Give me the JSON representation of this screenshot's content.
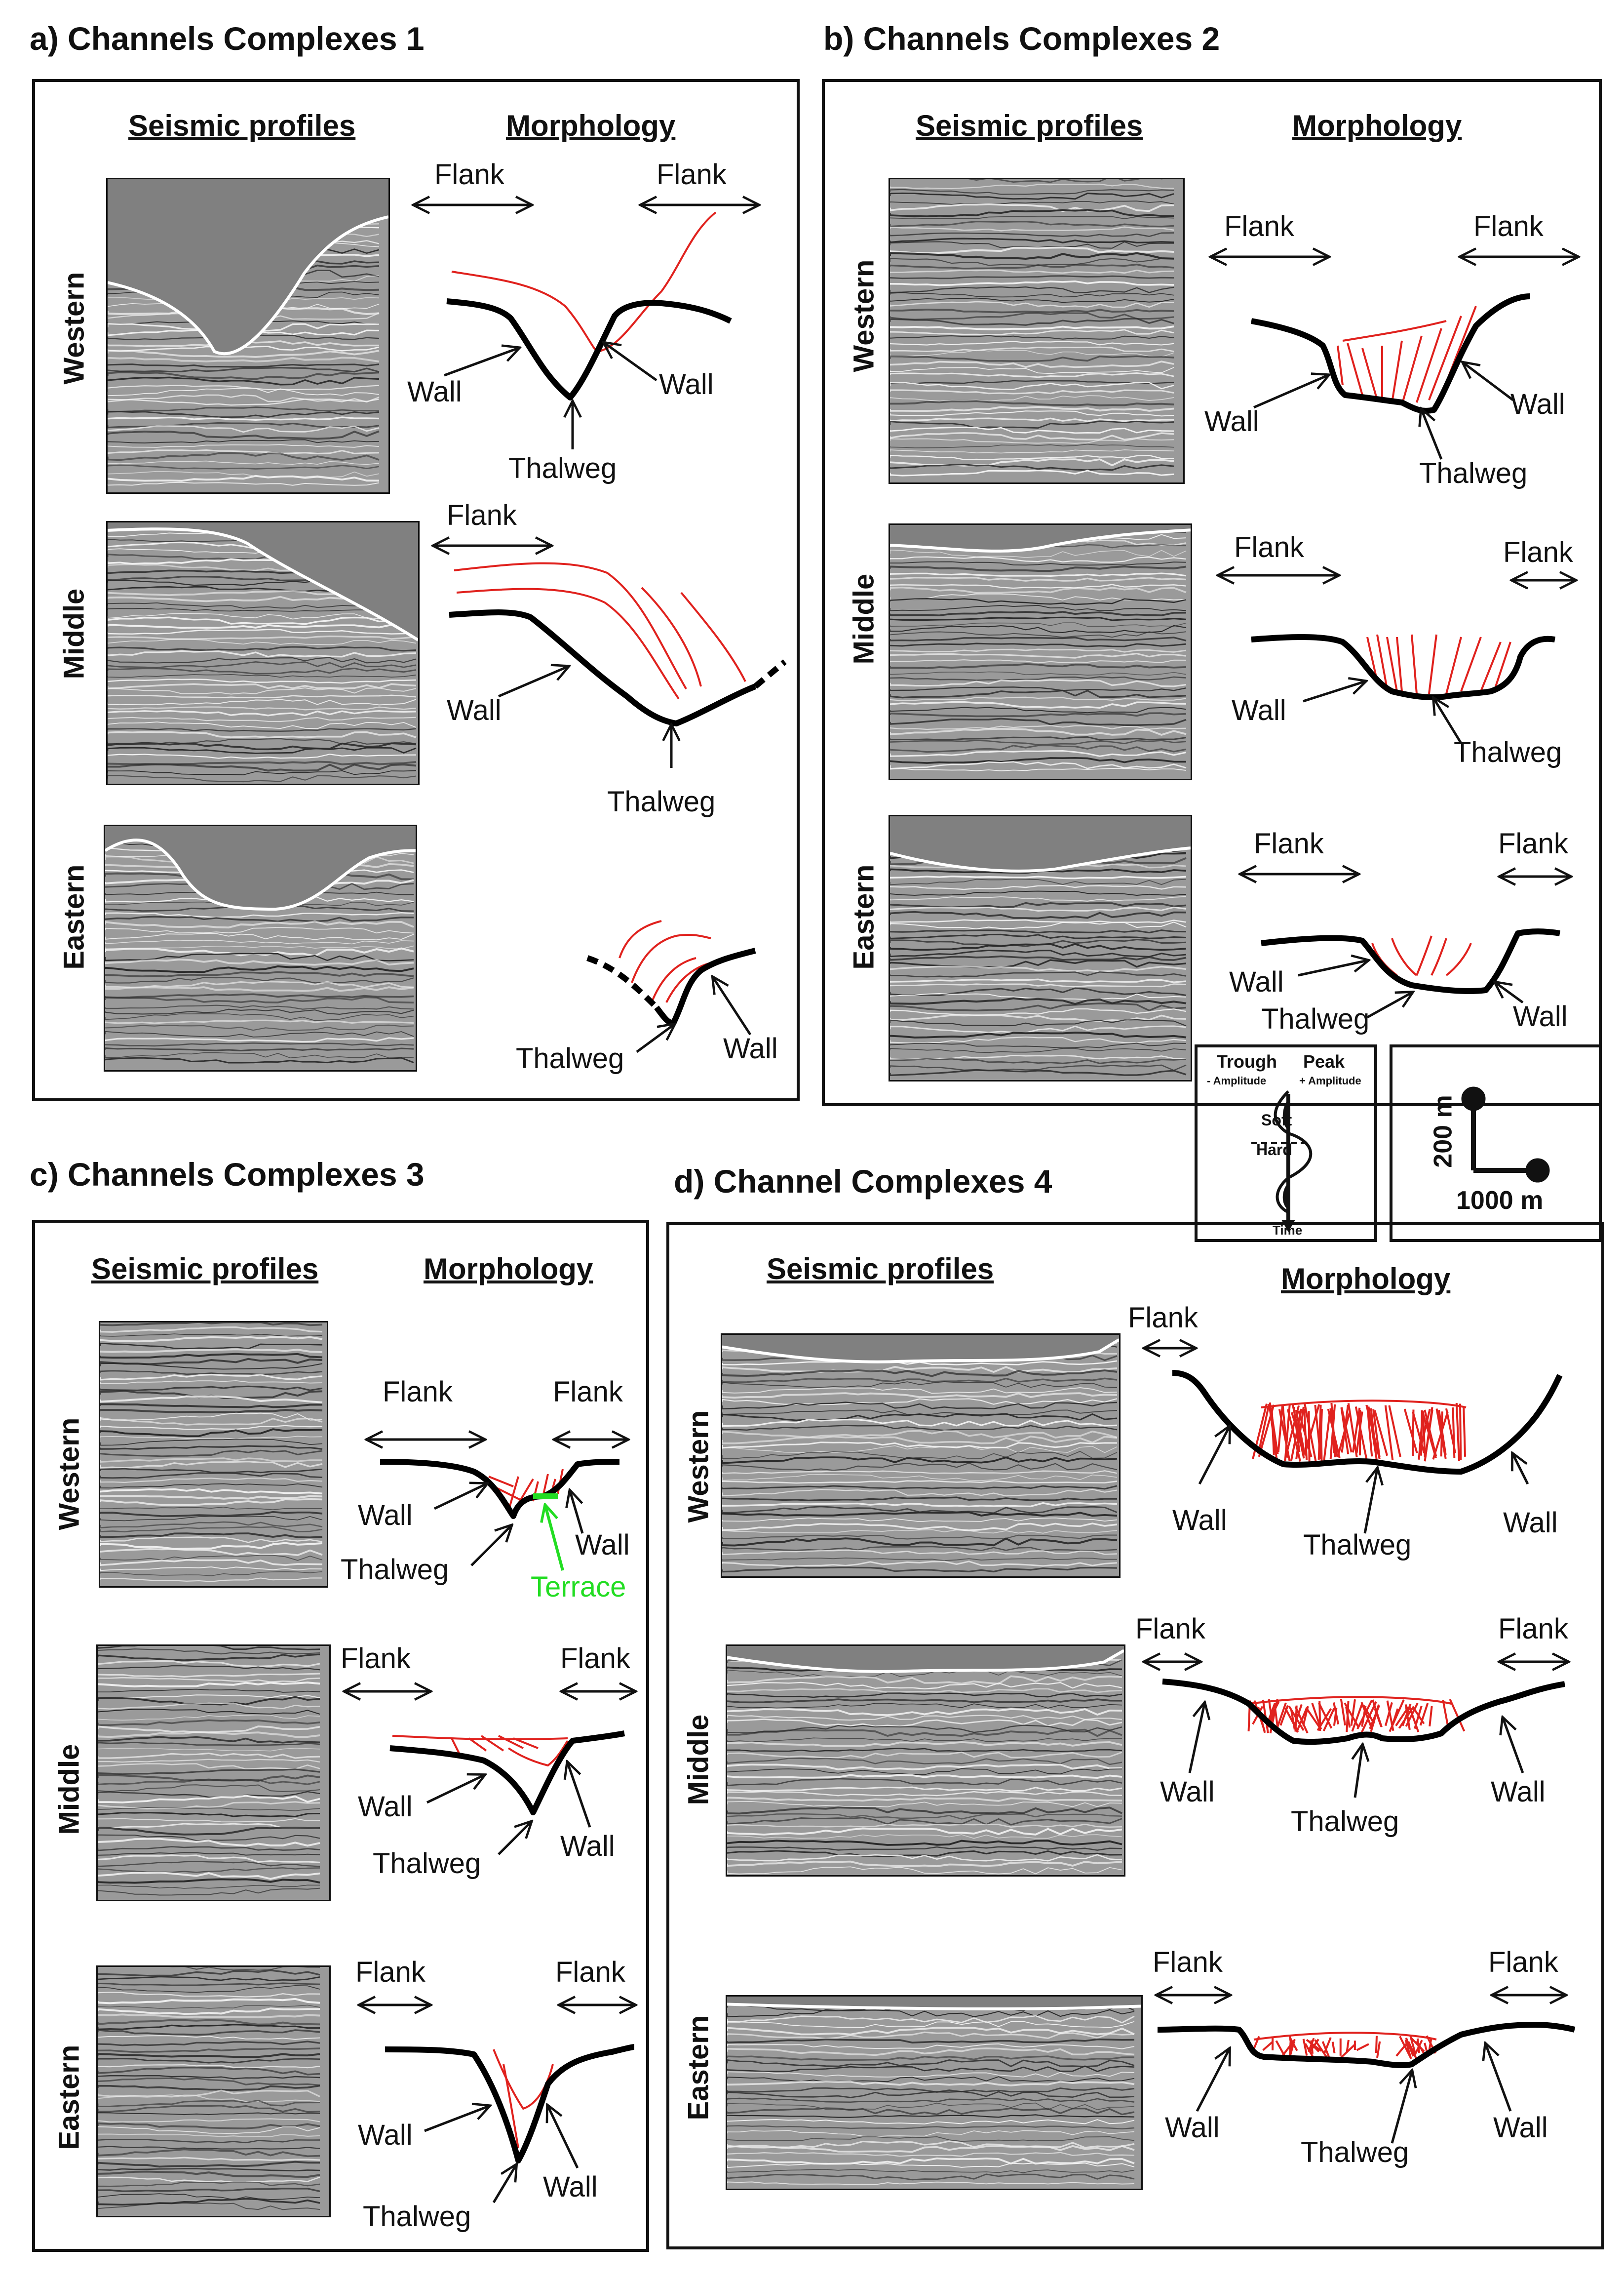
{
  "panels": {
    "a": {
      "title": "a) Channels Complexes 1",
      "seismic_header": "Seismic profiles",
      "morph_header": "Morphology",
      "rows": [
        "Western",
        "Middle",
        "Eastern"
      ]
    },
    "b": {
      "title": "b) Channels Complexes 2",
      "seismic_header": "Seismic profiles",
      "morph_header": "Morphology",
      "rows": [
        "Western",
        "Middle",
        "Eastern"
      ]
    },
    "c": {
      "title": "c) Channels Complexes 3",
      "seismic_header": "Seismic profiles",
      "morph_header": "Morphology",
      "rows": [
        "Western",
        "Middle",
        "Eastern"
      ]
    },
    "d": {
      "title": "d) Channel Complexes 4",
      "seismic_header": "Seismic profiles",
      "morph_header": "Morphology",
      "rows": [
        "Western",
        "Middle",
        "Eastern"
      ]
    }
  },
  "labels": {
    "flank": "Flank",
    "wall": "Wall",
    "thalweg": "Thalweg",
    "terrace": "Terrace"
  },
  "polarity_legend": {
    "trough": "Trough",
    "trough_sub": "- Amplitude",
    "peak": "Peak",
    "peak_sub": "+ Amplitude",
    "soft": "Soft",
    "hard": "Hard",
    "time": "Time"
  },
  "scale_bar": {
    "vertical": "200 m",
    "horizontal": "1000 m"
  },
  "colors": {
    "channel_outline": "#000000",
    "internal_fill_lines": "#e0221e",
    "terrace": "#22dd22",
    "water_column": "#808080"
  }
}
